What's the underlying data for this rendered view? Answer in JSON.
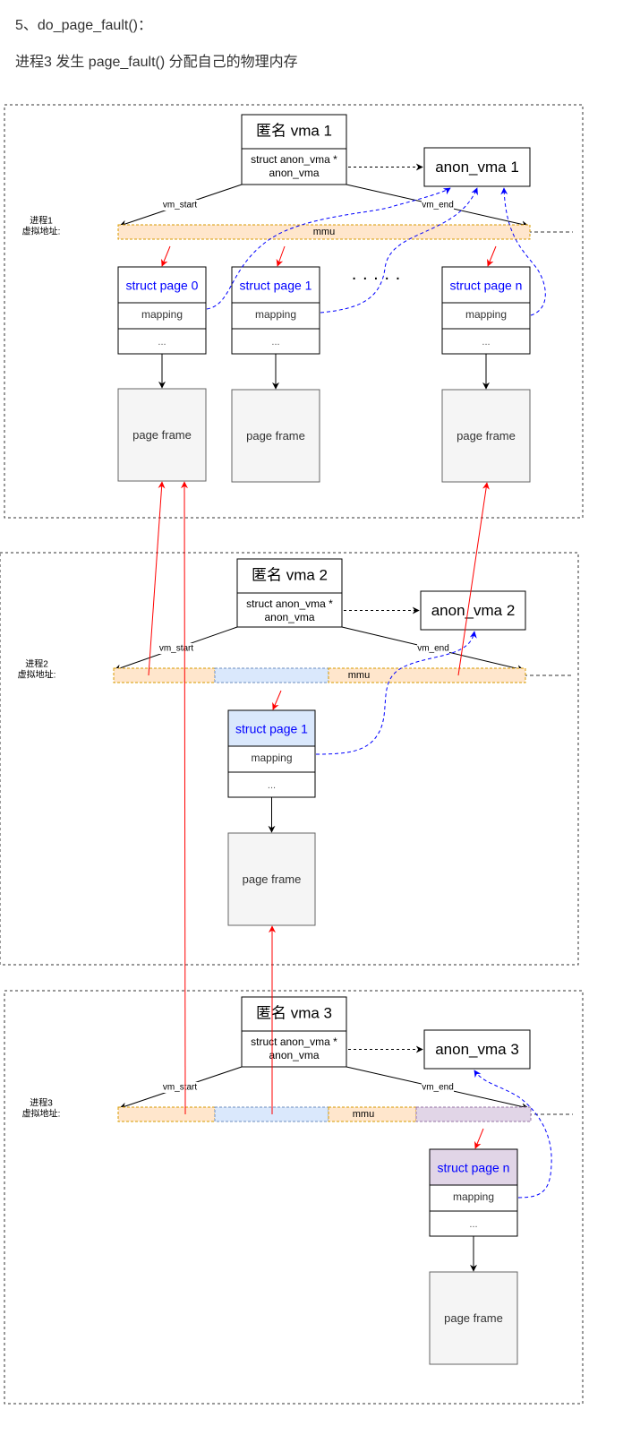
{
  "header": {
    "step": "5、do_page_fault()：",
    "desc": "进程3 发生 page_fault() 分配自己的物理内存"
  },
  "colors": {
    "orange_fill": "#ffe6cc",
    "orange_stroke": "#d79b00",
    "blue_fill": "#dae8fc",
    "blue_stroke": "#6c8ebf",
    "purple_fill": "#e1d5e7",
    "purple_stroke": "#9673a6",
    "red_arrow": "#ff0000",
    "blue_link": "#0000ff",
    "page_frame_fill": "#f5f5f5"
  },
  "labels": {
    "anon_vma_ptr": "struct anon_vma *",
    "anon_vma_field": "anon_vma",
    "vm_start": "vm_start",
    "vm_end": "vm_end",
    "mmu": "mmu",
    "mapping": "mapping",
    "ellipsis": "...",
    "page_frame": "page frame",
    "virt_addr": "虚拟地址:",
    "dots": "· · · · ·"
  },
  "processes": [
    {
      "proc_label": "进程1",
      "vma_title": "匿名 vma 1",
      "anon_vma": "anon_vma 1",
      "pages": [
        "struct page 0",
        "struct page 1",
        "struct page n"
      ]
    },
    {
      "proc_label": "进程2",
      "vma_title": "匿名 vma 2",
      "anon_vma": "anon_vma 2",
      "pages": [
        "struct page 1"
      ]
    },
    {
      "proc_label": "进程3",
      "vma_title": "匿名 vma 3",
      "anon_vma": "anon_vma 3",
      "pages": [
        "struct page n"
      ]
    }
  ]
}
